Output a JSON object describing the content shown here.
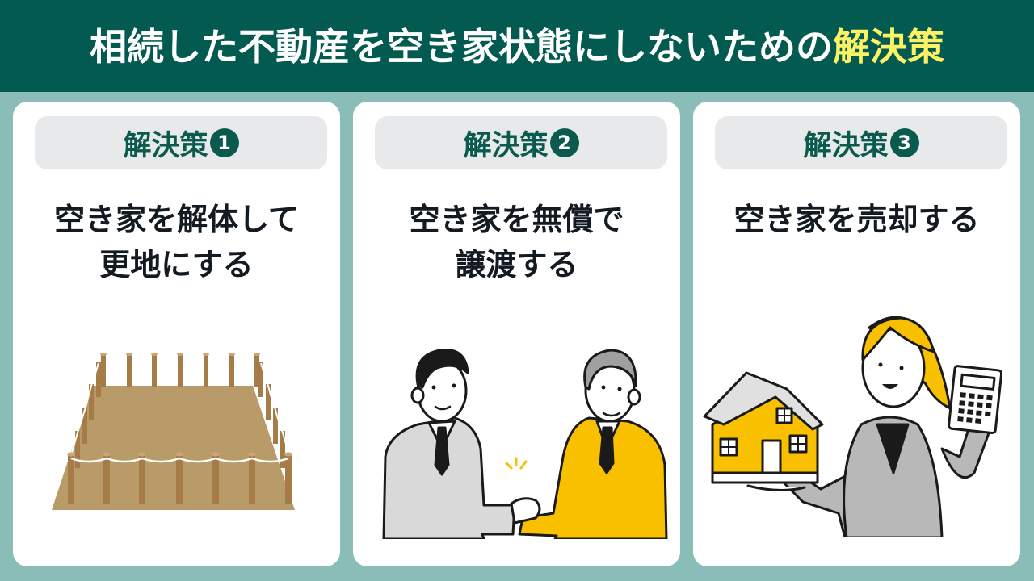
{
  "header": {
    "title_main": "相続した不動産を空き家状態にしないための",
    "title_accent": "解決策",
    "colors": {
      "background": "#035a50",
      "text": "#ffffff",
      "accent": "#fdf266"
    }
  },
  "colors": {
    "page_background": "#8bbdb8",
    "card_background": "#ffffff",
    "pill_background": "#e8e9eb",
    "pill_text": "#0a5a4e",
    "body_text": "#131a22",
    "illustration_yellow": "#f9c000",
    "illustration_gray": "#d8d8d8",
    "land_tan": "#b99b69",
    "post_brown": "#a57c48"
  },
  "cards": [
    {
      "label": "解決策",
      "number": "1",
      "line1": "空き家を解体して",
      "line2": "更地にする",
      "illustration": "vacant-lot-with-fence-posts"
    },
    {
      "label": "解決策",
      "number": "2",
      "line1": "空き家を無償で",
      "line2": "譲渡する",
      "illustration": "two-businessmen-handshake"
    },
    {
      "label": "解決策",
      "number": "3",
      "line1": "空き家を売却する",
      "line2": "",
      "illustration": "woman-holding-house-and-calculator"
    }
  ]
}
